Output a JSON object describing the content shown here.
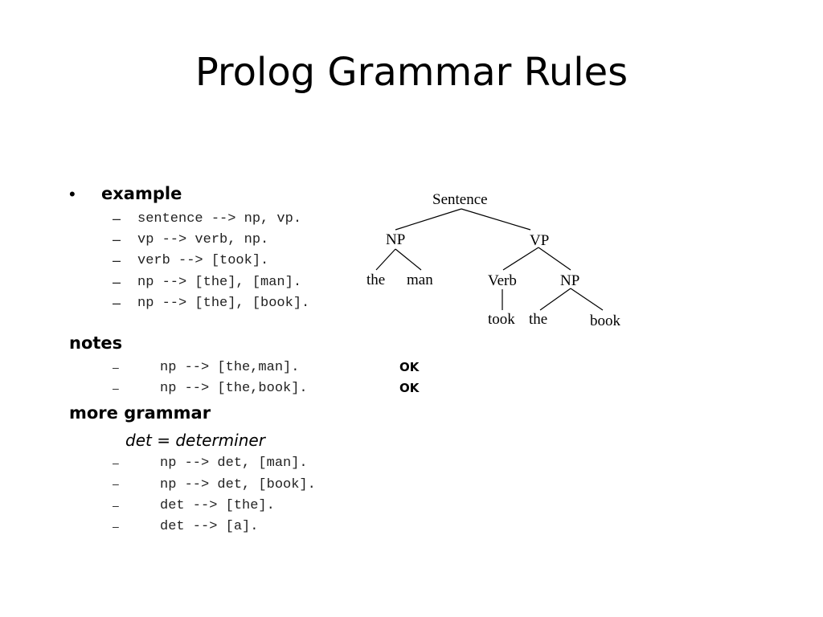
{
  "title": "Prolog Grammar Rules",
  "example": {
    "heading": "example",
    "rules": [
      "sentence --> np, vp.",
      "vp --> verb, np.",
      "verb --> [took].",
      "np --> [the], [man].",
      "np --> [the], [book]."
    ]
  },
  "notes": {
    "heading": "notes",
    "rules": [
      {
        "code": "np --> [the,man].",
        "status": "OK"
      },
      {
        "code": "np --> [the,book].",
        "status": "OK"
      }
    ]
  },
  "more_grammar": {
    "heading": "more grammar",
    "subheading": "det = determiner",
    "rules": [
      "np --> det, [man].",
      "np --> det, [book].",
      "det --> [the].",
      "det --> [a]."
    ]
  },
  "tree": {
    "root": "Sentence",
    "np": "NP",
    "vp": "VP",
    "the1": "the",
    "man": "man",
    "verb": "Verb",
    "np2": "NP",
    "took": "took",
    "the2": "the",
    "book": "book"
  }
}
